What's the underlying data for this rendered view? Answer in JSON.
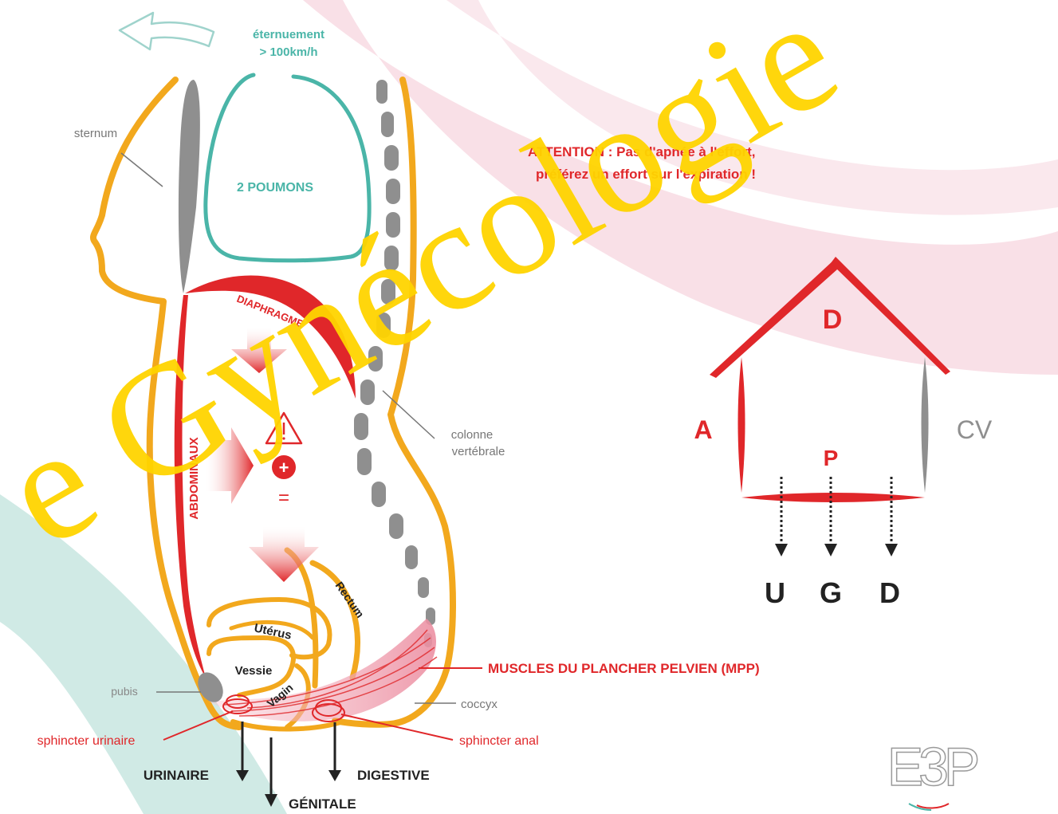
{
  "labels": {
    "sneeze": [
      "éternuement",
      "> 100km/h"
    ],
    "sternum": "sternum",
    "lungs": "2 POUMONS",
    "diaphragm": "DIAPHRAGME",
    "abdominals": "ABDOMINAUX",
    "spine": [
      "colonne",
      "vertébrale"
    ],
    "plus": "+",
    "equals": "=",
    "rectum": "Rectum",
    "uterus": "Utérus",
    "bladder": "Vessie",
    "vagina": "Vagin",
    "pubis": "pubis",
    "coccyx": "coccyx",
    "pelvic_floor": "MUSCLES DU PLANCHER PELVIEN (MPP)",
    "urinary_sphincter": "sphincter urinaire",
    "anal_sphincter": "sphincter anal",
    "out_urinary": "URINAIRE",
    "out_genital": "GÉNITALE",
    "out_digestive": "DIGESTIVE"
  },
  "warning": [
    "ATTENTION : Pas d'apnée à l'effort,",
    "préférez un effort sur l'expiration !"
  ],
  "schema": {
    "roof": "D",
    "left": "A",
    "right": "CV",
    "floor": "P",
    "outputs": [
      "U",
      "G",
      "D"
    ]
  },
  "watermark": "e Gynécologie",
  "logo": "E3P",
  "colors": {
    "orange": "#f2a81d",
    "red": "#e0272a",
    "gray": "#8f8f8f",
    "teal": "#4ab5a8",
    "pink": "#f4c7d3",
    "watermark": "#ffd400"
  }
}
